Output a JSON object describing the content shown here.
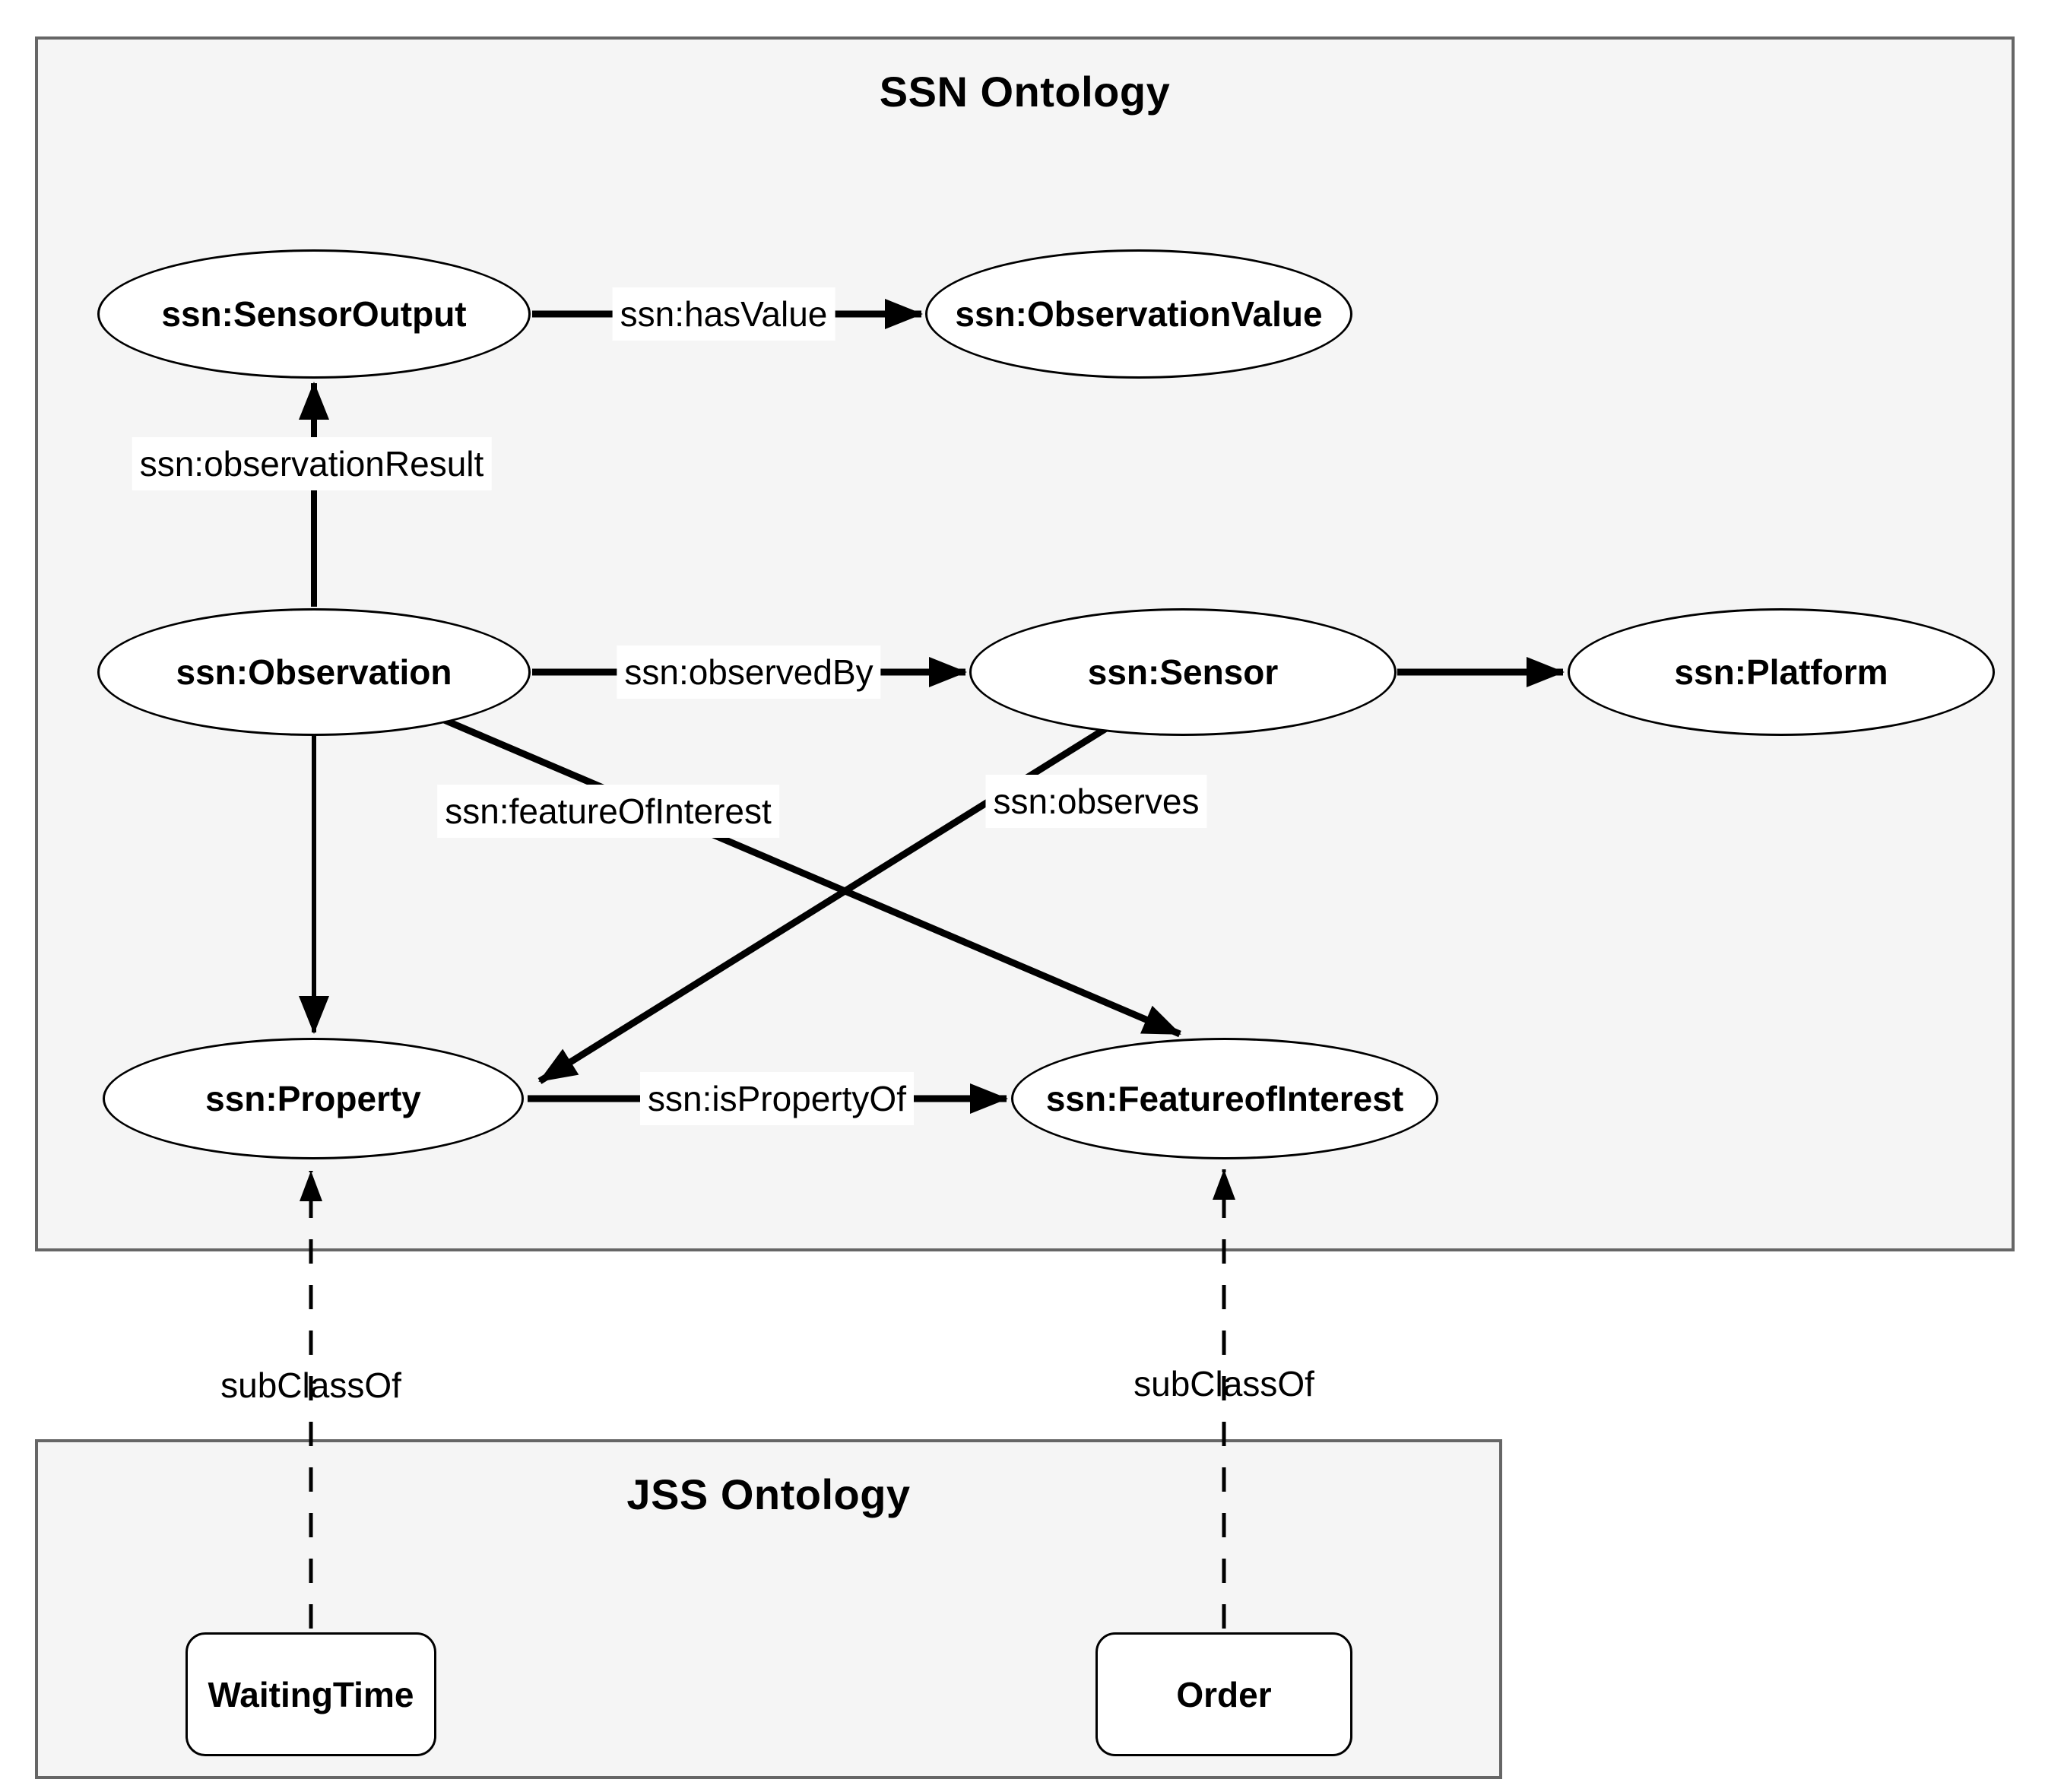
{
  "ssn_box": {
    "title": "SSN Ontology",
    "nodes": {
      "sensor_output": "ssn:SensorOutput",
      "observation_value": "ssn:ObservationValue",
      "observation": "ssn:Observation",
      "sensor": "ssn:Sensor",
      "platform": "ssn:Platform",
      "property": "ssn:Property",
      "feature_of_interest": "ssn:FeatureofInterest"
    },
    "edge_labels": {
      "has_value": "ssn:hasValue",
      "observation_result": "ssn:observationResult",
      "observed_by": "ssn:observedBy",
      "feature_of_interest": "ssn:featureOfInterest",
      "observes": "ssn:observes",
      "is_property_of": "ssn:isPropertyOf"
    }
  },
  "jss_box": {
    "title": "JSS Ontology",
    "nodes": {
      "waiting_time": "WaitingTime",
      "order": "Order"
    }
  },
  "relations": {
    "subclass_left": "subClassOf",
    "subclass_right": "subClassOf"
  },
  "colors": {
    "background": "#ffffff",
    "container_fill": "#f5f5f5",
    "container_border": "#666666",
    "node_fill": "#ffffff",
    "line": "#000000",
    "text": "#000000"
  }
}
